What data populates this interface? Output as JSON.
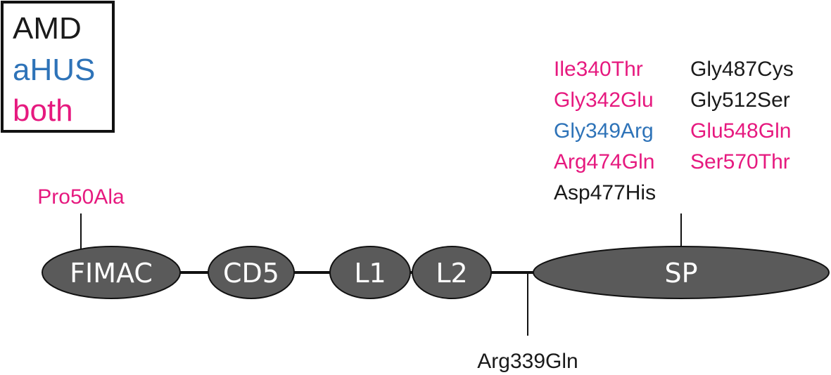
{
  "colors": {
    "AMD": "#1a1a1a",
    "aHUS": "#2e73b8",
    "both": "#e6197f",
    "domain_fill": "#5a5a5a",
    "domain_stroke": "#111111",
    "line": "#111111"
  },
  "legend": {
    "items": [
      {
        "label": "AMD",
        "category": "AMD"
      },
      {
        "label": "aHUS",
        "category": "aHUS"
      },
      {
        "label": "both",
        "category": "both"
      }
    ]
  },
  "domains": [
    {
      "id": "fimac",
      "label": "FIMAC"
    },
    {
      "id": "cd5",
      "label": "CD5"
    },
    {
      "id": "l1",
      "label": "L1"
    },
    {
      "id": "l2",
      "label": "L2"
    },
    {
      "id": "sp",
      "label": "SP"
    }
  ],
  "mutations": {
    "fimac": [
      {
        "label": "Pro50Ala",
        "category": "both"
      }
    ],
    "linker": [
      {
        "label": "Arg339Gln",
        "category": "AMD"
      }
    ],
    "sp_left": [
      {
        "label": "Ile340Thr",
        "category": "both"
      },
      {
        "label": "Gly342Glu",
        "category": "both"
      },
      {
        "label": "Gly349Arg",
        "category": "aHUS"
      },
      {
        "label": "Arg474Gln",
        "category": "both"
      },
      {
        "label": "Asp477His",
        "category": "AMD"
      }
    ],
    "sp_right": [
      {
        "label": "Gly487Cys",
        "category": "AMD"
      },
      {
        "label": "Gly512Ser",
        "category": "AMD"
      },
      {
        "label": "Glu548Gln",
        "category": "both"
      },
      {
        "label": "Ser570Thr",
        "category": "both"
      }
    ]
  }
}
